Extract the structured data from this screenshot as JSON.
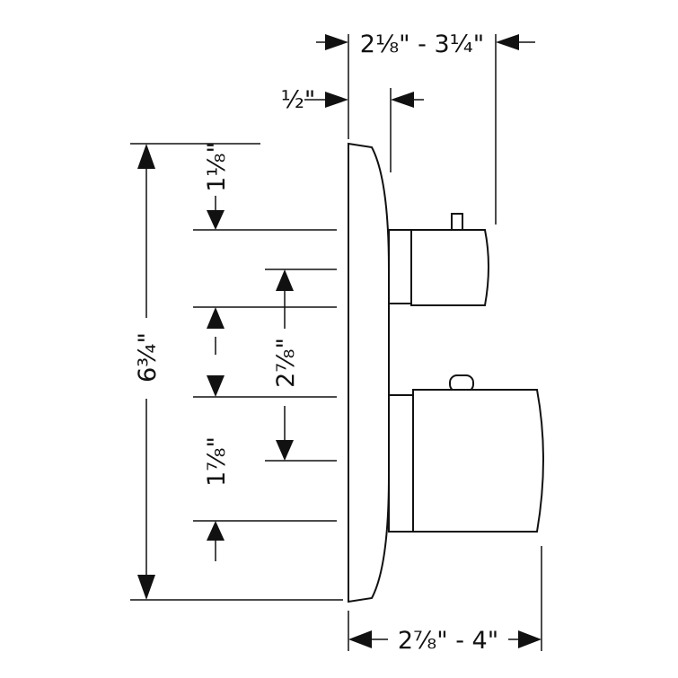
{
  "diagram": {
    "line_color": "#111111",
    "background": "#ffffff",
    "dimensions": {
      "top_depth_range": "2⅛\" - 3¼\"",
      "plate_thickness": "½\"",
      "top_offset": "1⅛\"",
      "spacing_middle": "2⅞\"",
      "lower_offset": "1⅞\"",
      "total_height": "6¾\"",
      "bottom_depth_range": "2⅞\" - 4\""
    }
  }
}
